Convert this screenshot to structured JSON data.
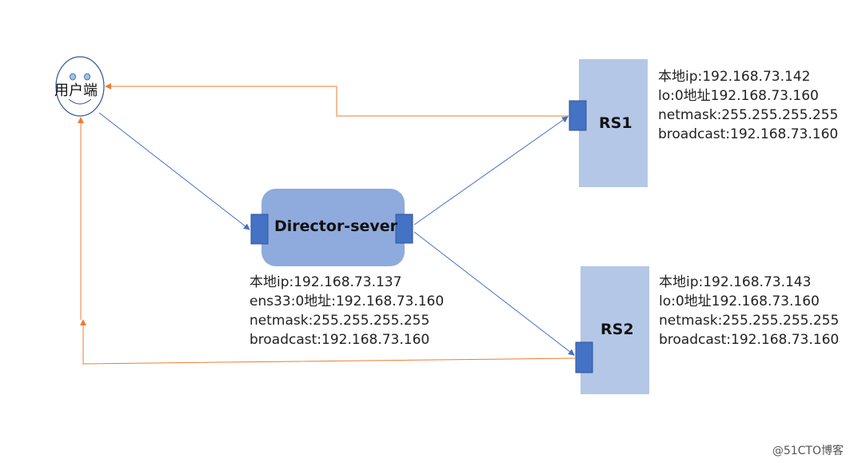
{
  "client": {
    "label": "用户端"
  },
  "director": {
    "label": "Director-sever",
    "info": [
      "本地ip:192.168.73.137",
      "ens33:0地址:192.168.73.160",
      "netmask:255.255.255.255",
      "broadcast:192.168.73.160"
    ]
  },
  "rs1": {
    "label": "RS1",
    "info": [
      "本地ip:192.168.73.142",
      "lo:0地址192.168.73.160",
      "netmask:255.255.255.255",
      "broadcast:192.168.73.160"
    ]
  },
  "rs2": {
    "label": "RS2",
    "info": [
      "本地ip:192.168.73.143",
      "lo:0地址192.168.73.160",
      "netmask:255.255.255.255",
      "broadcast:192.168.73.160"
    ]
  },
  "watermark": "@51CTO博客",
  "colors": {
    "request_line": "#4472c4",
    "response_line": "#ed7d31",
    "director_fill": "#8faadc",
    "server_fill": "#b4c7e7",
    "port_fill": "#4472c4",
    "port_stroke": "#2f5597",
    "client_stroke": "#2f5597"
  }
}
